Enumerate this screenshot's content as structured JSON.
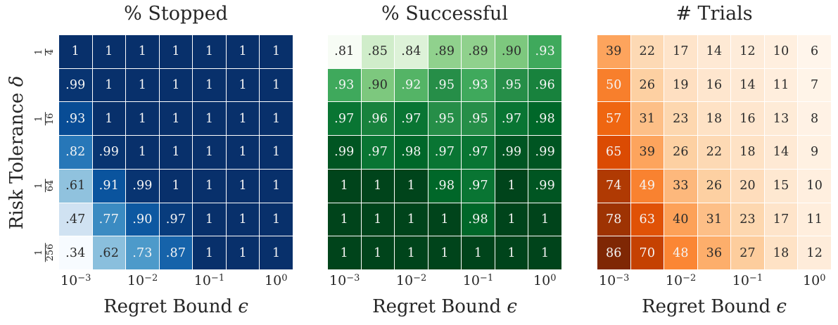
{
  "figure": {
    "ylabel": {
      "text": "Risk Tolerance",
      "symbol": "δ"
    },
    "y_ticks": [
      {
        "num": "1",
        "den": "4",
        "row": 0
      },
      {
        "num": "1",
        "den": "16",
        "row": 2
      },
      {
        "num": "1",
        "den": "64",
        "row": 4
      },
      {
        "num": "1",
        "den": "256",
        "row": 6
      }
    ],
    "n_rows": 7,
    "n_cols": 7,
    "text_color_dark": "#2b2b2b",
    "text_color_light": "#f5f5f5",
    "grid_line_color": "#ffffff"
  },
  "colormaps": {
    "blues": [
      "#f7fbff",
      "#deebf7",
      "#c6dbef",
      "#9ecae1",
      "#6baed6",
      "#4292c6",
      "#2171b5",
      "#08519c",
      "#08306b"
    ],
    "greens": [
      "#f7fcf5",
      "#e5f5e0",
      "#c7e9c0",
      "#a1d99b",
      "#74c476",
      "#41ab5d",
      "#238b45",
      "#006d2c",
      "#00441b"
    ],
    "oranges": [
      "#fff5eb",
      "#fee6ce",
      "#fdd0a2",
      "#fdae6b",
      "#fd8d3c",
      "#f16913",
      "#d94801",
      "#a63603",
      "#7f2704"
    ]
  },
  "chart_data": [
    {
      "type": "heatmap",
      "title": "% Stopped",
      "colormap": "blues",
      "xlabel": {
        "text": "Regret Bound",
        "symbol": "ϵ"
      },
      "x_ticks": [
        {
          "base": "10",
          "exp": "−3",
          "col": 0
        },
        {
          "base": "10",
          "exp": "−2",
          "col": 2
        },
        {
          "base": "10",
          "exp": "−1",
          "col": 4
        },
        {
          "base": "10",
          "exp": "0",
          "col": 6
        }
      ],
      "color_scale": {
        "min": 0.34,
        "max": 1
      },
      "cells": [
        [
          "1",
          "1",
          "1",
          "1",
          "1",
          "1",
          "1"
        ],
        [
          ".99",
          "1",
          "1",
          "1",
          "1",
          "1",
          "1"
        ],
        [
          ".93",
          "1",
          "1",
          "1",
          "1",
          "1",
          "1"
        ],
        [
          ".82",
          ".99",
          "1",
          "1",
          "1",
          "1",
          "1"
        ],
        [
          ".61",
          ".91",
          ".99",
          "1",
          "1",
          "1",
          "1"
        ],
        [
          ".47",
          ".77",
          ".90",
          ".97",
          "1",
          "1",
          "1"
        ],
        [
          ".34",
          ".62",
          ".73",
          ".87",
          "1",
          "1",
          "1"
        ]
      ]
    },
    {
      "type": "heatmap",
      "title": "% Successful",
      "colormap": "greens",
      "xlabel": {
        "text": "Regret Bound",
        "symbol": "ϵ"
      },
      "x_ticks": [
        {
          "base": "10",
          "exp": "−3",
          "col": 0
        },
        {
          "base": "10",
          "exp": "−2",
          "col": 2
        },
        {
          "base": "10",
          "exp": "−1",
          "col": 4
        },
        {
          "base": "10",
          "exp": "0",
          "col": 6
        }
      ],
      "color_scale": {
        "min": 0.81,
        "max": 1
      },
      "cells": [
        [
          ".81",
          ".85",
          ".84",
          ".89",
          ".89",
          ".90",
          ".93"
        ],
        [
          ".93",
          ".90",
          ".92",
          ".95",
          ".93",
          ".95",
          ".96"
        ],
        [
          ".97",
          ".96",
          ".97",
          ".95",
          ".95",
          ".97",
          ".98"
        ],
        [
          ".99",
          ".97",
          ".98",
          ".97",
          ".97",
          ".99",
          ".99"
        ],
        [
          "1",
          "1",
          "1",
          ".98",
          ".97",
          "1",
          ".99"
        ],
        [
          "1",
          "1",
          "1",
          "1",
          ".98",
          "1",
          "1"
        ],
        [
          "1",
          "1",
          "1",
          "1",
          "1",
          "1",
          "1"
        ]
      ]
    },
    {
      "type": "heatmap",
      "title": "# Trials",
      "colormap": "oranges",
      "xlabel": {
        "text": "Regret Bound",
        "symbol": "ϵ"
      },
      "x_ticks": [
        {
          "base": "10",
          "exp": "−3",
          "col": 0
        },
        {
          "base": "10",
          "exp": "−2",
          "col": 2
        },
        {
          "base": "10",
          "exp": "−1",
          "col": 4
        },
        {
          "base": "10",
          "exp": "0",
          "col": 6
        }
      ],
      "color_scale": {
        "min": 6,
        "max": 86
      },
      "cells": [
        [
          "39",
          "22",
          "17",
          "14",
          "12",
          "10",
          "6"
        ],
        [
          "50",
          "26",
          "19",
          "16",
          "14",
          "11",
          "7"
        ],
        [
          "57",
          "31",
          "23",
          "18",
          "16",
          "13",
          "8"
        ],
        [
          "65",
          "39",
          "26",
          "22",
          "18",
          "14",
          "9"
        ],
        [
          "74",
          "49",
          "33",
          "26",
          "20",
          "15",
          "10"
        ],
        [
          "78",
          "63",
          "40",
          "31",
          "23",
          "17",
          "11"
        ],
        [
          "86",
          "70",
          "48",
          "36",
          "27",
          "18",
          "12"
        ]
      ]
    }
  ]
}
